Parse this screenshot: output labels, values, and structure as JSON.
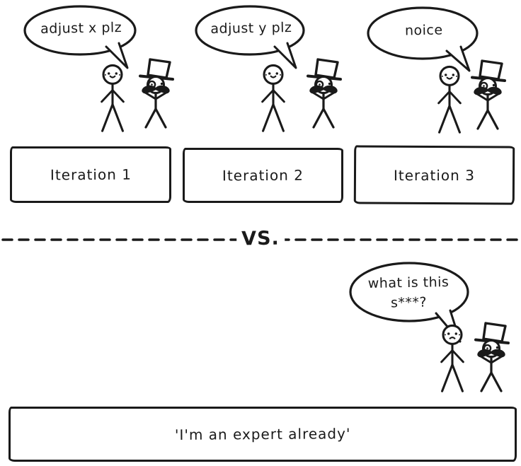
{
  "colors": {
    "ink": "#1a1a1a",
    "paper": "#ffffff"
  },
  "top_panels": [
    {
      "bubble_text": "adjust x plz",
      "box_label": "Iteration 1"
    },
    {
      "bubble_text": "adjust y plz",
      "box_label": "Iteration 2"
    },
    {
      "bubble_text": "noice",
      "box_label": "Iteration 3"
    }
  ],
  "divider": {
    "label": "VS."
  },
  "bottom_panel": {
    "bubble_line1": "what is this",
    "bubble_line2": "s***?",
    "box_label": "'I'm an expert already'"
  }
}
